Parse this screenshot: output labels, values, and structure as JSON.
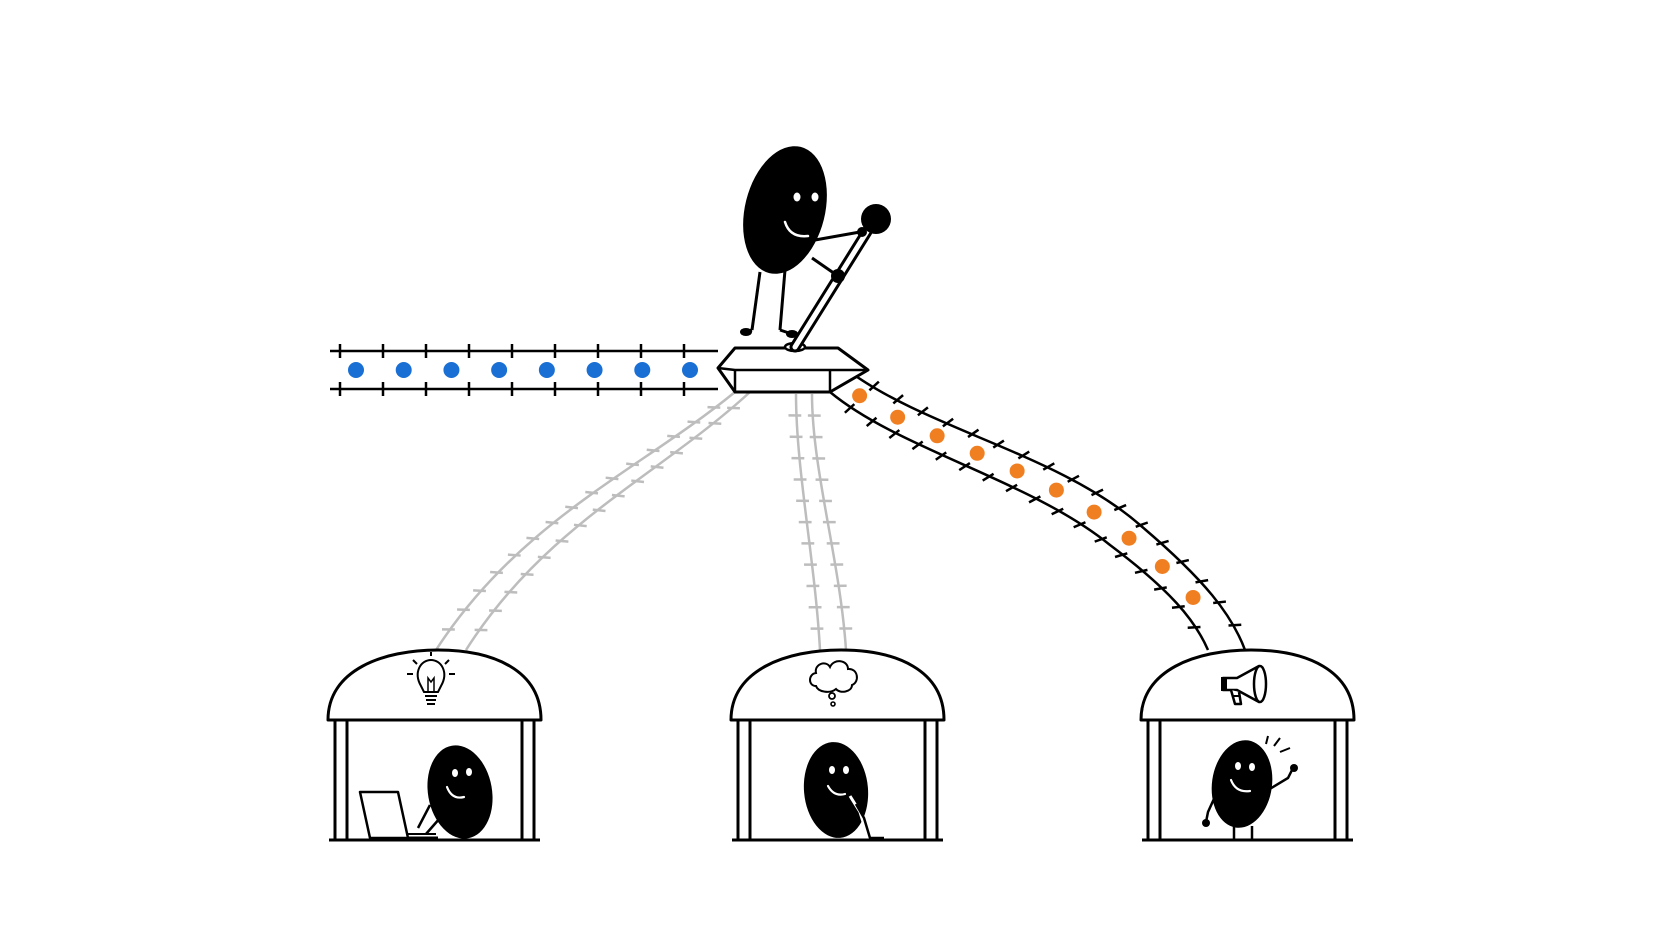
{
  "colors": {
    "background": "#ffffff",
    "ink": "#000000",
    "inactive_track": "#bdbdbd",
    "input_dot": "#1a6fd4",
    "output_dot": "#f07f22"
  },
  "icons": {
    "operator": "blob-character-operating-lever-icon",
    "switch": "track-switch-lever-icon",
    "station_left": "lightbulb-icon",
    "station_middle": "thought-cloud-icon",
    "station_right": "megaphone-icon"
  },
  "input_track": {
    "dot_count": 8,
    "active": true
  },
  "branches": [
    {
      "id": "left",
      "active": false,
      "dot_count": 0
    },
    {
      "id": "middle",
      "active": false,
      "dot_count": 0
    },
    {
      "id": "right",
      "active": true,
      "dot_count": 10
    }
  ],
  "stations": [
    {
      "id": "left",
      "icon": "lightbulb-icon",
      "occupant": "blob-character-typing-on-laptop"
    },
    {
      "id": "middle",
      "icon": "thought-cloud-icon",
      "occupant": "blob-character-thinking"
    },
    {
      "id": "right",
      "icon": "megaphone-icon",
      "occupant": "blob-character-waving"
    }
  ]
}
